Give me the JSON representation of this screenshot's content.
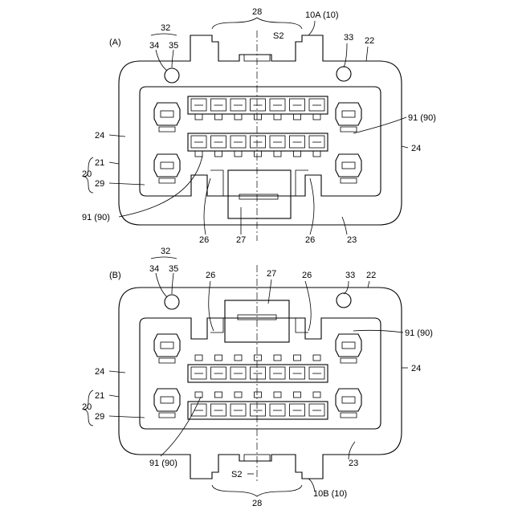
{
  "figure_a": {
    "panel_label": "(A)",
    "part_label": "10A (10)",
    "leader_labels": {
      "l32": "32",
      "l34": "34",
      "l35": "35",
      "l28": "28",
      "l33": "33",
      "l22": "22",
      "l24_left": "24",
      "l24_right": "24",
      "l20": "20",
      "l21": "21",
      "l29": "29",
      "l91_upper_right": "91 (90)",
      "l91_lower_left": "91 (90)",
      "l26_left": "26",
      "l26_right": "26",
      "l27": "27",
      "l23": "23",
      "s2": "S2"
    }
  },
  "figure_b": {
    "panel_label": "(B)",
    "part_label": "10B (10)",
    "leader_labels": {
      "l32": "32",
      "l34": "34",
      "l35": "35",
      "l26_left": "26",
      "l27": "27",
      "l26_right": "26",
      "l33": "33",
      "l22": "22",
      "l91_upper_right": "91 (90)",
      "l24_left": "24",
      "l24_right": "24",
      "l20": "20",
      "l21": "21",
      "l29": "29",
      "l91_lower_left": "91 (90)",
      "l23": "23",
      "s2": "S2",
      "l28": "28"
    }
  },
  "colors": {
    "line": "#000000",
    "background": "#ffffff"
  }
}
